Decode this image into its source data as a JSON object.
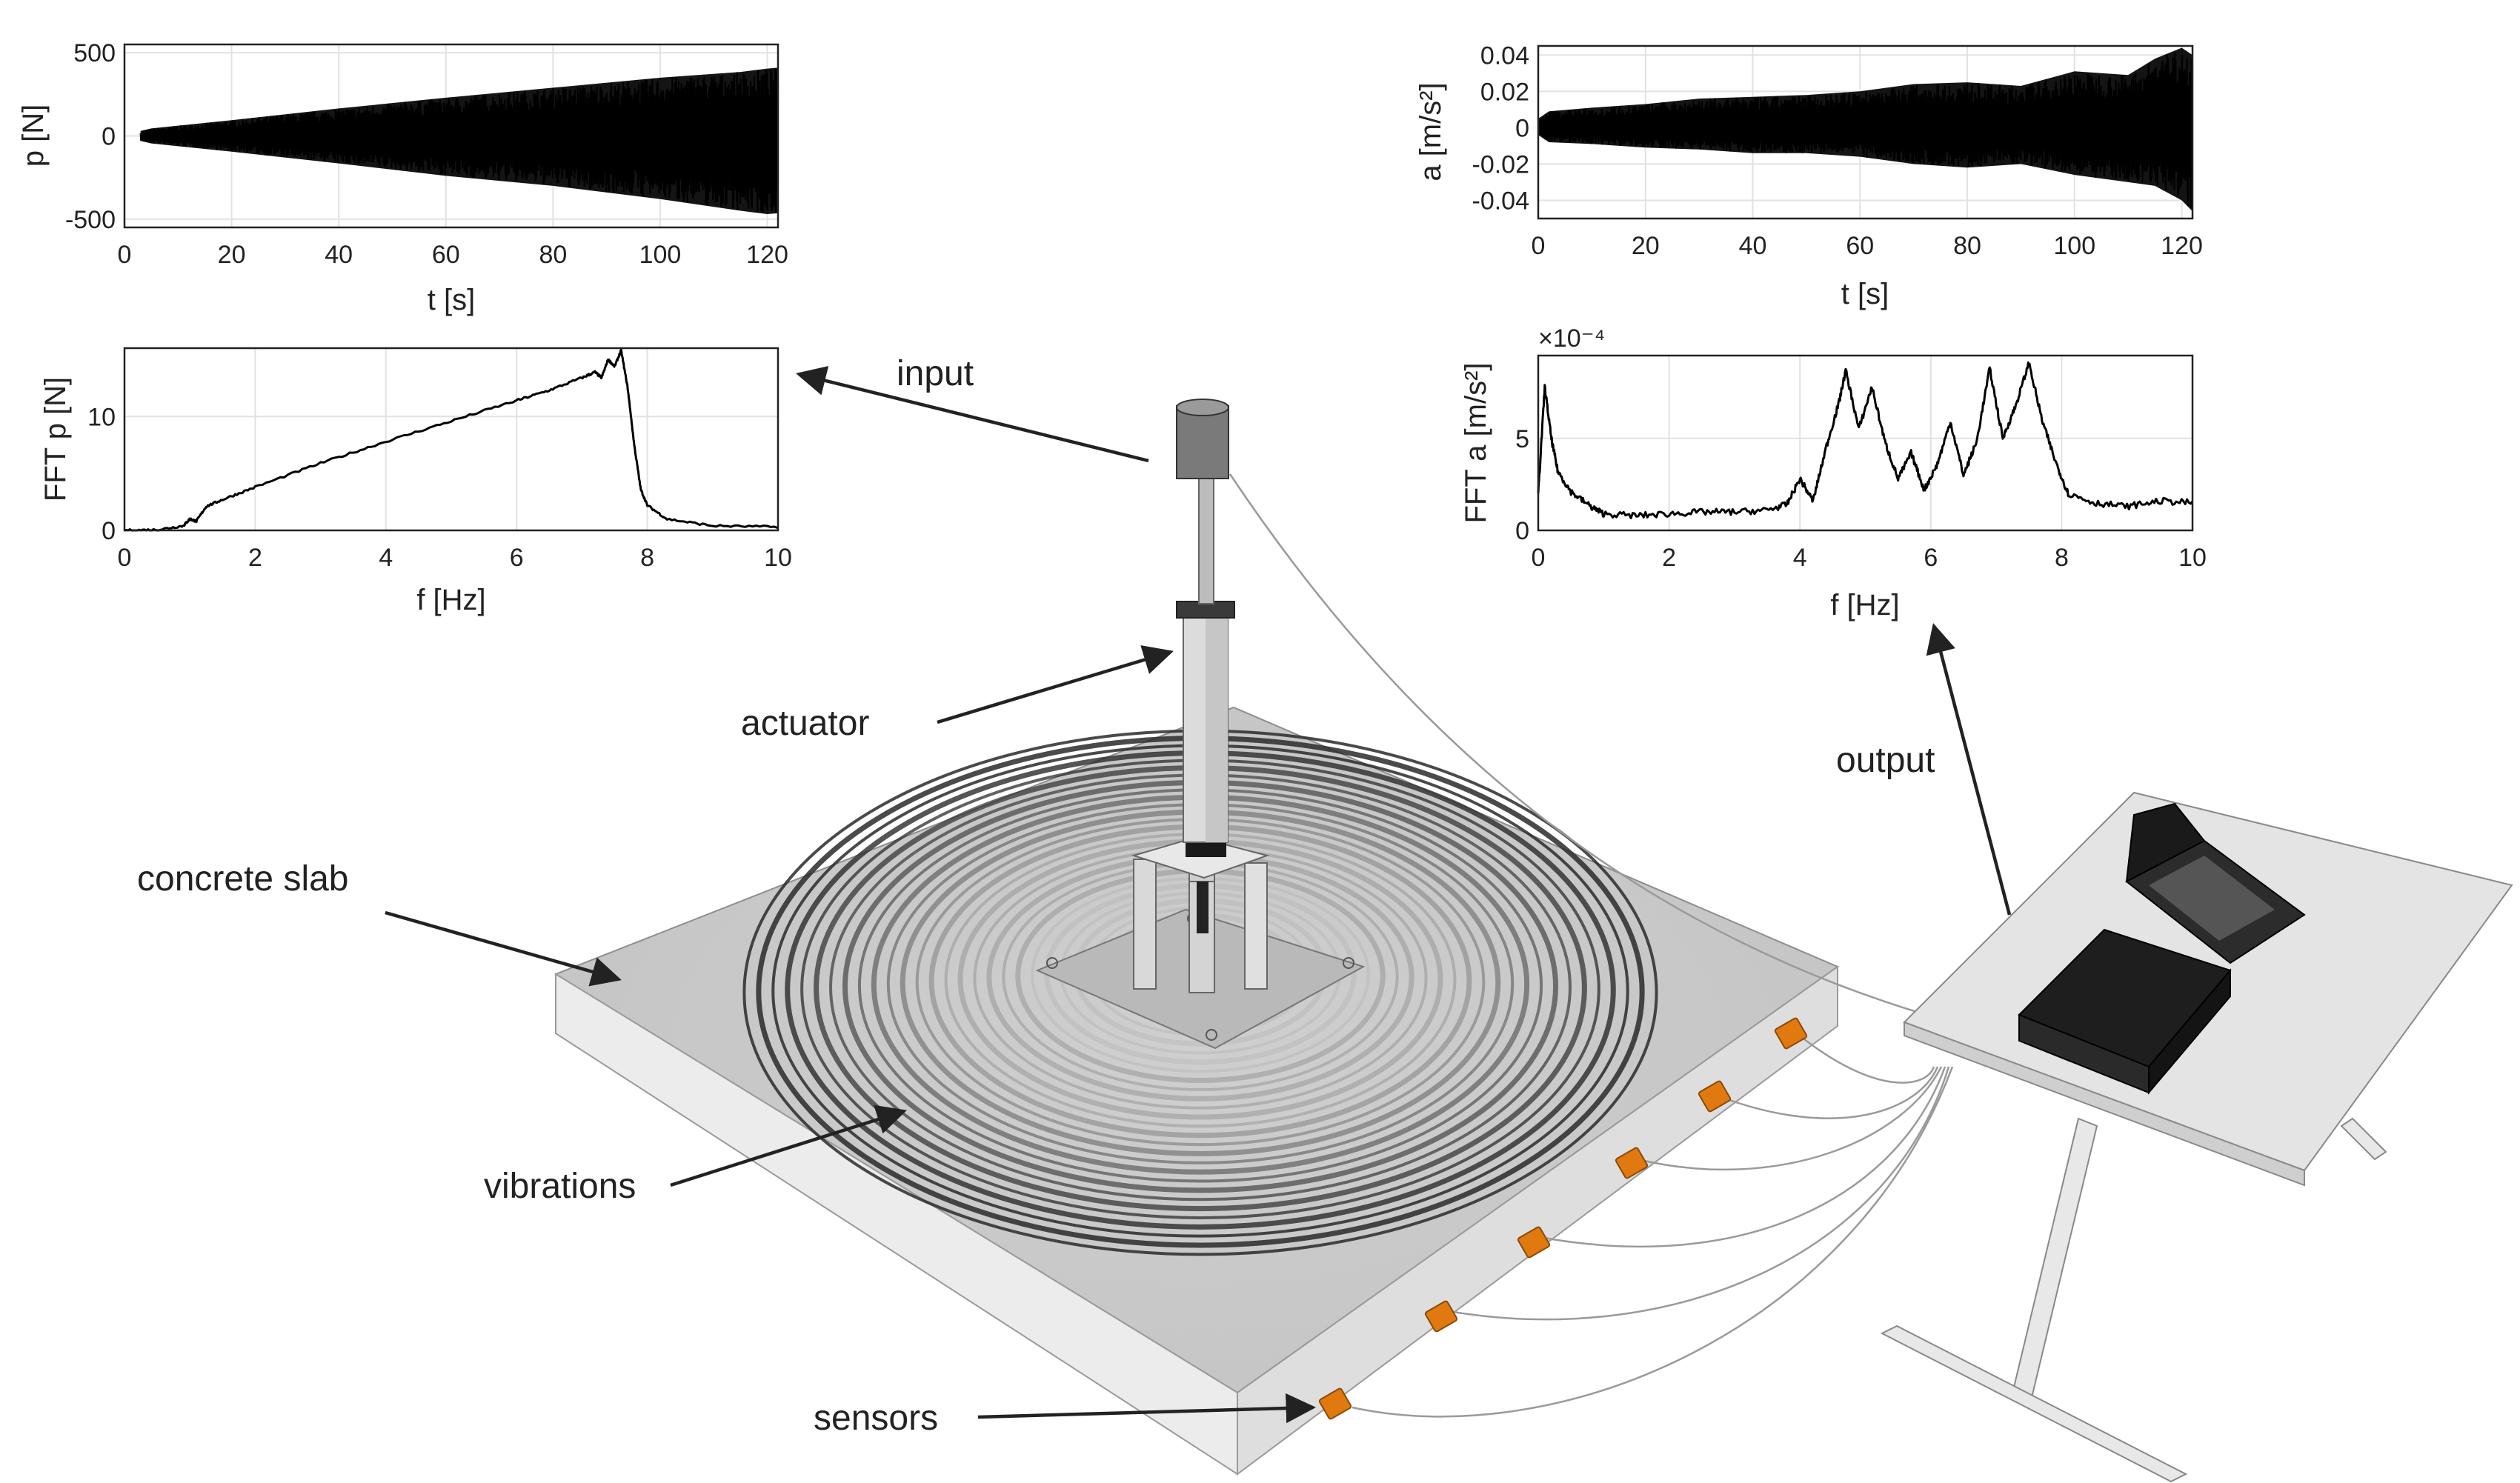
{
  "labels": {
    "input": "input",
    "output": "output",
    "actuator": "actuator",
    "concrete_slab": "concrete slab",
    "vibrations": "vibrations",
    "sensors": "sensors"
  },
  "colors": {
    "sensor": "#e07a10",
    "slab_top": "#c9c9c9",
    "slab_side": "#e9e9e9",
    "equipment": "#1e1e1e",
    "signal": "#000000"
  },
  "chart_data": [
    {
      "id": "input_time",
      "type": "area",
      "xlabel": "t [s]",
      "ylabel": "p [N]",
      "xlim": [
        0,
        122
      ],
      "ylim": [
        -550,
        550
      ],
      "xticks": [
        0,
        20,
        40,
        60,
        80,
        100,
        120
      ],
      "yticks": [
        500,
        0,
        -500
      ],
      "ytick_labels": [
        "500",
        "0",
        "-500"
      ],
      "grid": true,
      "envelope": {
        "t": [
          3,
          5,
          20,
          40,
          60,
          80,
          100,
          115,
          120,
          122
        ],
        "upper": [
          30,
          45,
          95,
          165,
          230,
          290,
          350,
          385,
          405,
          410
        ],
        "lower": [
          -30,
          -45,
          -95,
          -165,
          -240,
          -300,
          -380,
          -450,
          -470,
          -465
        ]
      }
    },
    {
      "id": "input_fft",
      "type": "line",
      "xlabel": "f [Hz]",
      "ylabel": "FFT p [N]",
      "xlim": [
        0,
        10
      ],
      "ylim": [
        0,
        16
      ],
      "xticks": [
        0,
        2,
        4,
        6,
        8,
        10
      ],
      "yticks": [
        0,
        10
      ],
      "grid": true,
      "x": [
        0,
        0.5,
        0.9,
        1.0,
        1.1,
        1.25,
        1.5,
        2,
        3,
        4,
        5,
        6,
        6.5,
        7.0,
        7.2,
        7.3,
        7.4,
        7.5,
        7.6,
        7.7,
        7.8,
        7.9,
        8.0,
        8.3,
        9,
        10
      ],
      "y": [
        0,
        0.05,
        0.4,
        1.0,
        0.8,
        2.1,
        2.7,
        3.8,
        5.9,
        7.8,
        9.6,
        11.4,
        12.3,
        13.4,
        13.9,
        13.4,
        15.0,
        14.4,
        15.8,
        12.5,
        7.5,
        3.6,
        2.2,
        1.0,
        0.4,
        0.3
      ]
    },
    {
      "id": "output_time",
      "type": "area",
      "xlabel": "t [s]",
      "ylabel": "a [m/s²]",
      "xlim": [
        0,
        122
      ],
      "ylim": [
        -0.05,
        0.045
      ],
      "xticks": [
        0,
        20,
        40,
        60,
        80,
        100,
        120
      ],
      "yticks": [
        0.04,
        0.02,
        0,
        -0.02,
        -0.04
      ],
      "ytick_labels": [
        "0.04",
        "0.02",
        "0",
        "-0.02",
        "-0.04"
      ],
      "grid": true,
      "envelope": {
        "t": [
          0,
          2,
          10,
          20,
          30,
          40,
          50,
          60,
          70,
          80,
          90,
          100,
          110,
          115,
          120,
          122
        ],
        "upper": [
          0.005,
          0.009,
          0.011,
          0.013,
          0.016,
          0.017,
          0.018,
          0.02,
          0.024,
          0.025,
          0.023,
          0.031,
          0.029,
          0.038,
          0.044,
          0.04
        ],
        "lower": [
          -0.004,
          -0.008,
          -0.009,
          -0.011,
          -0.012,
          -0.014,
          -0.014,
          -0.016,
          -0.02,
          -0.022,
          -0.02,
          -0.026,
          -0.03,
          -0.032,
          -0.04,
          -0.046
        ]
      }
    },
    {
      "id": "output_fft",
      "type": "line",
      "xlabel": "f [Hz]",
      "ylabel": "FFT a [m/s²]",
      "scale_label": "×10⁻⁴",
      "xlim": [
        0,
        10
      ],
      "ylim": [
        0,
        9.5
      ],
      "xticks": [
        0,
        2,
        4,
        6,
        8,
        10
      ],
      "yticks": [
        0,
        5
      ],
      "grid": true,
      "x": [
        0,
        0.1,
        0.2,
        0.3,
        0.5,
        0.8,
        1,
        1.5,
        2,
        2.5,
        3,
        3.5,
        3.8,
        4,
        4.2,
        4.4,
        4.6,
        4.7,
        4.9,
        5.1,
        5.3,
        5.5,
        5.7,
        5.9,
        6.1,
        6.3,
        6.5,
        6.7,
        6.9,
        7.1,
        7.3,
        7.5,
        7.7,
        7.9,
        8.1,
        8.5,
        9,
        9.5,
        10
      ],
      "y": [
        2.0,
        7.8,
        5.0,
        3.2,
        2.1,
        1.3,
        0.9,
        0.8,
        0.9,
        1.0,
        1.0,
        1.1,
        1.4,
        2.8,
        1.6,
        4.5,
        7.0,
        8.7,
        5.5,
        7.8,
        4.8,
        2.8,
        4.2,
        2.2,
        3.6,
        5.9,
        3.0,
        4.8,
        8.8,
        5.0,
        6.8,
        9.1,
        6.0,
        3.8,
        2.0,
        1.5,
        1.3,
        1.6,
        1.5
      ]
    }
  ]
}
